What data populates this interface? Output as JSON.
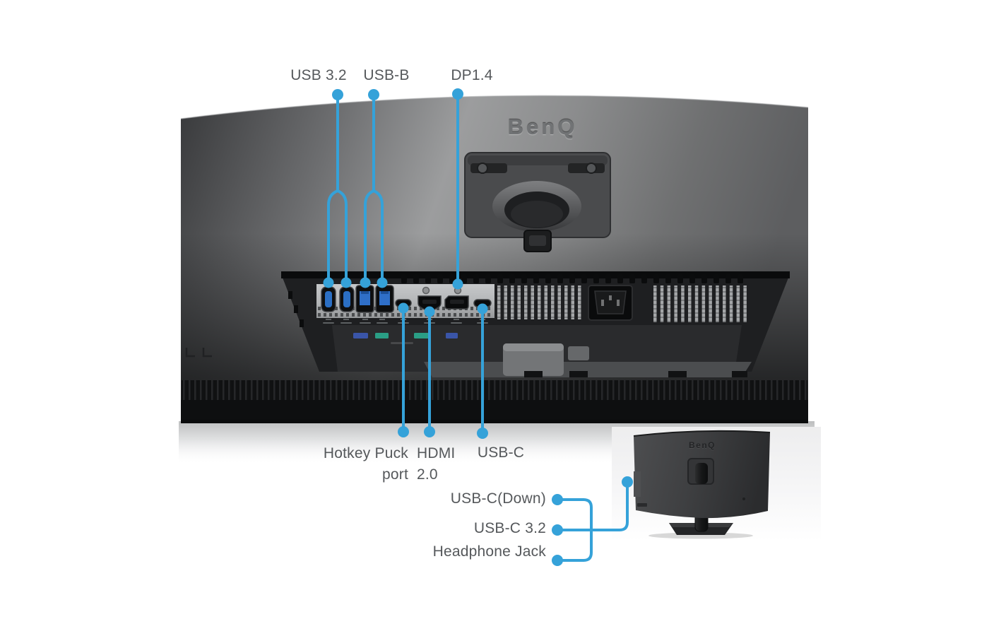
{
  "page": {
    "background": "#ffffff"
  },
  "brand": {
    "logo_main": "BenQ",
    "logo_side": "BenQ"
  },
  "colors": {
    "accent": "#35a2d9",
    "label_text": "#55585b"
  },
  "callouts": {
    "top": [
      {
        "id": "usb-3-2",
        "label": "USB 3.2"
      },
      {
        "id": "usb-b",
        "label": "USB-B"
      },
      {
        "id": "dp-1-4",
        "label": "DP1.4"
      }
    ],
    "bottom": [
      {
        "id": "hotkey-puck-port",
        "label": "Hotkey Puck",
        "label2": "port"
      },
      {
        "id": "hdmi-2-0",
        "label": "HDMI",
        "label2": "2.0"
      },
      {
        "id": "usb-c",
        "label": "USB-C"
      }
    ],
    "side": [
      {
        "id": "usb-c-down",
        "label": "USB-C(Down)"
      },
      {
        "id": "usb-c-3-2",
        "label": "USB-C 3.2"
      },
      {
        "id": "headphone-jack",
        "label": "Headphone Jack"
      }
    ]
  }
}
